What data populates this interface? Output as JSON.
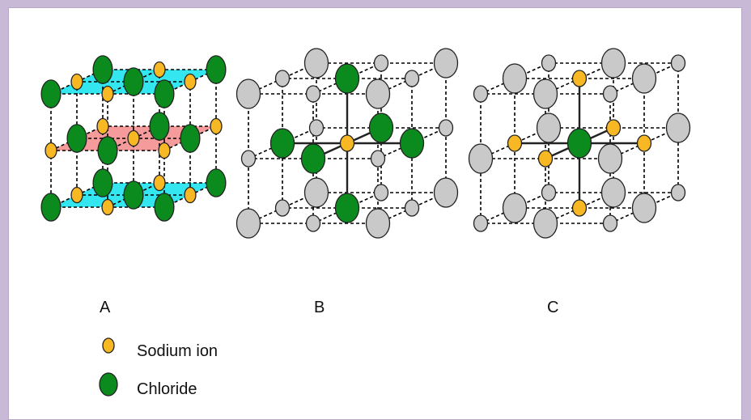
{
  "colors": {
    "sodium": "#f7b824",
    "chloride": "#0b8a1e",
    "neutral": "#c9c9c9",
    "plane_top": "#34e6f0",
    "plane_mid": "#f59b9b",
    "plane_bottom": "#34e6f0"
  },
  "panels": [
    {
      "id": "A",
      "label": "A",
      "variant": "layered"
    },
    {
      "id": "B",
      "label": "B",
      "variant": "sodium-centered"
    },
    {
      "id": "C",
      "label": "C",
      "variant": "chloride-centered"
    }
  ],
  "legend": [
    {
      "ion": "sodium",
      "label": "Sodium ion"
    },
    {
      "ion": "chloride",
      "label": "Chloride"
    }
  ]
}
